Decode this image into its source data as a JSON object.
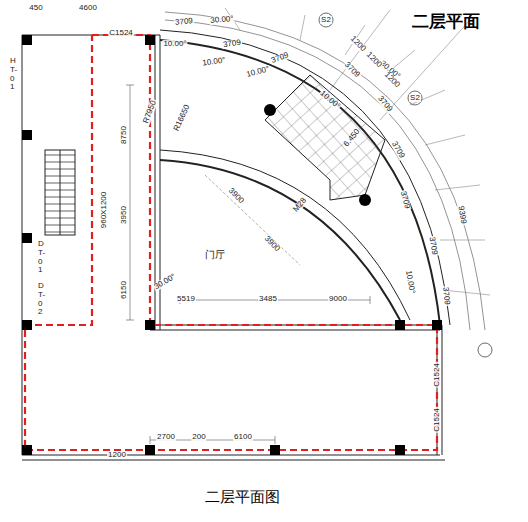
{
  "diagram": {
    "title": "二层平面",
    "caption": "二层平面图",
    "labels": [
      "450",
      "4600",
      "C1524",
      "3709",
      "3709",
      "3709",
      "3709",
      "3709",
      "3709",
      "3709",
      "3709",
      "3709",
      "30.00°",
      "30.00°",
      "30.00°",
      "10.00°",
      "10.00°",
      "10.00°",
      "10.00°",
      "10.00°",
      "1200",
      "1200",
      "1200",
      "R7950",
      "R16650",
      "9399",
      "5519",
      "3485",
      "9000",
      "2700",
      "200",
      "6100",
      "HT-01",
      "DT-01",
      "DT-02",
      "960X1200",
      "3900",
      "3900",
      "8750",
      "3950",
      "6150",
      "M28",
      "6.450",
      "门厅",
      "1200",
      "C1524",
      "C1524",
      "S2",
      "S2"
    ]
  }
}
